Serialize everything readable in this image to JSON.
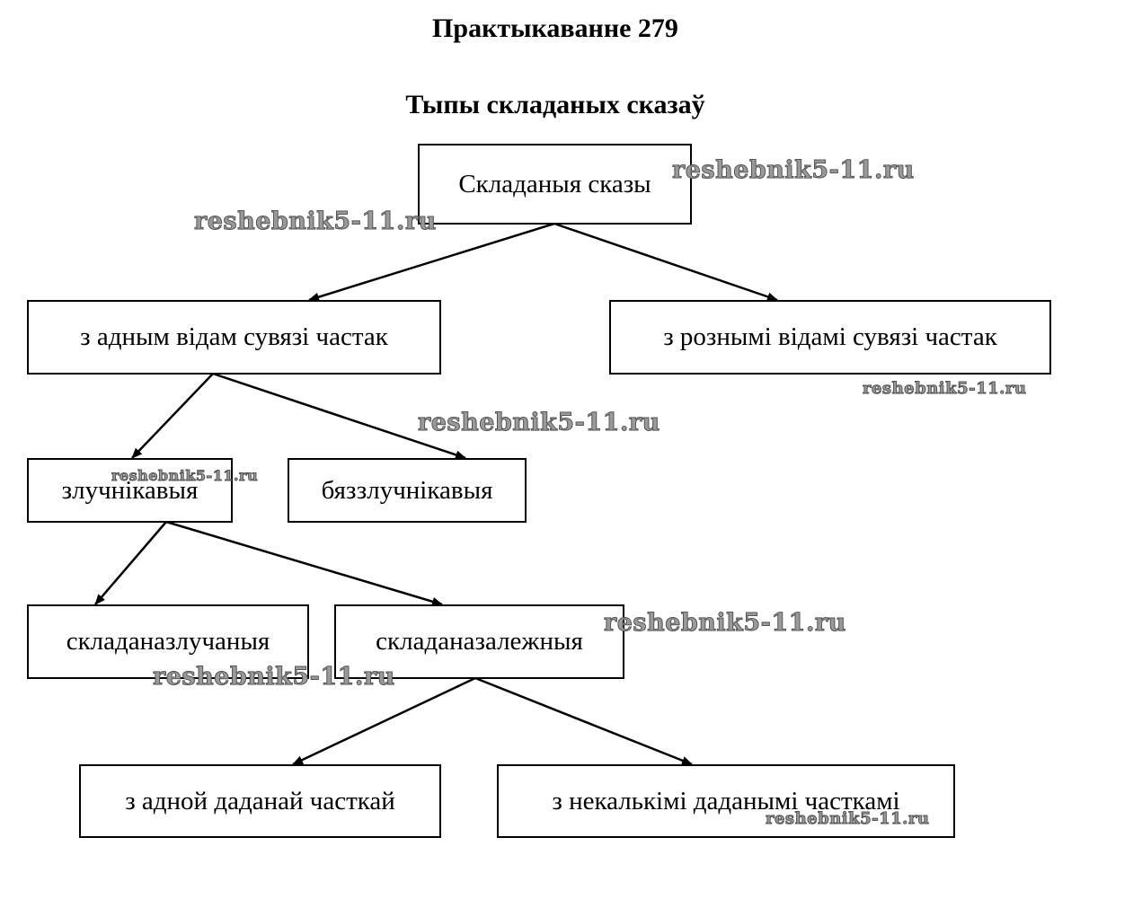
{
  "header": {
    "exercise_title": "Практыкаванне 279",
    "diagram_title": "Тыпы складаных сказаў"
  },
  "nodes": {
    "root": "Складаныя сказы",
    "one_link": "з адным відам сувязі частак",
    "mixed_link": "з рознымі відамі сувязі частак",
    "conjunctive": "злучнікавыя",
    "asyndetic": "бяззлучнікавыя",
    "compound": "складаназлучаныя",
    "complex": "складаназалежныя",
    "one_subordinate": "з адной даданай часткай",
    "several_subordinate": "з некалькімі даданымі часткамі"
  },
  "edges": [
    {
      "from": "root",
      "to": "one_link"
    },
    {
      "from": "root",
      "to": "mixed_link"
    },
    {
      "from": "one_link",
      "to": "conjunctive"
    },
    {
      "from": "one_link",
      "to": "asyndetic"
    },
    {
      "from": "conjunctive",
      "to": "compound"
    },
    {
      "from": "conjunctive",
      "to": "complex"
    },
    {
      "from": "complex",
      "to": "one_subordinate"
    },
    {
      "from": "complex",
      "to": "several_subordinate"
    }
  ],
  "watermark": {
    "text": "reshebnik5-11.ru"
  }
}
